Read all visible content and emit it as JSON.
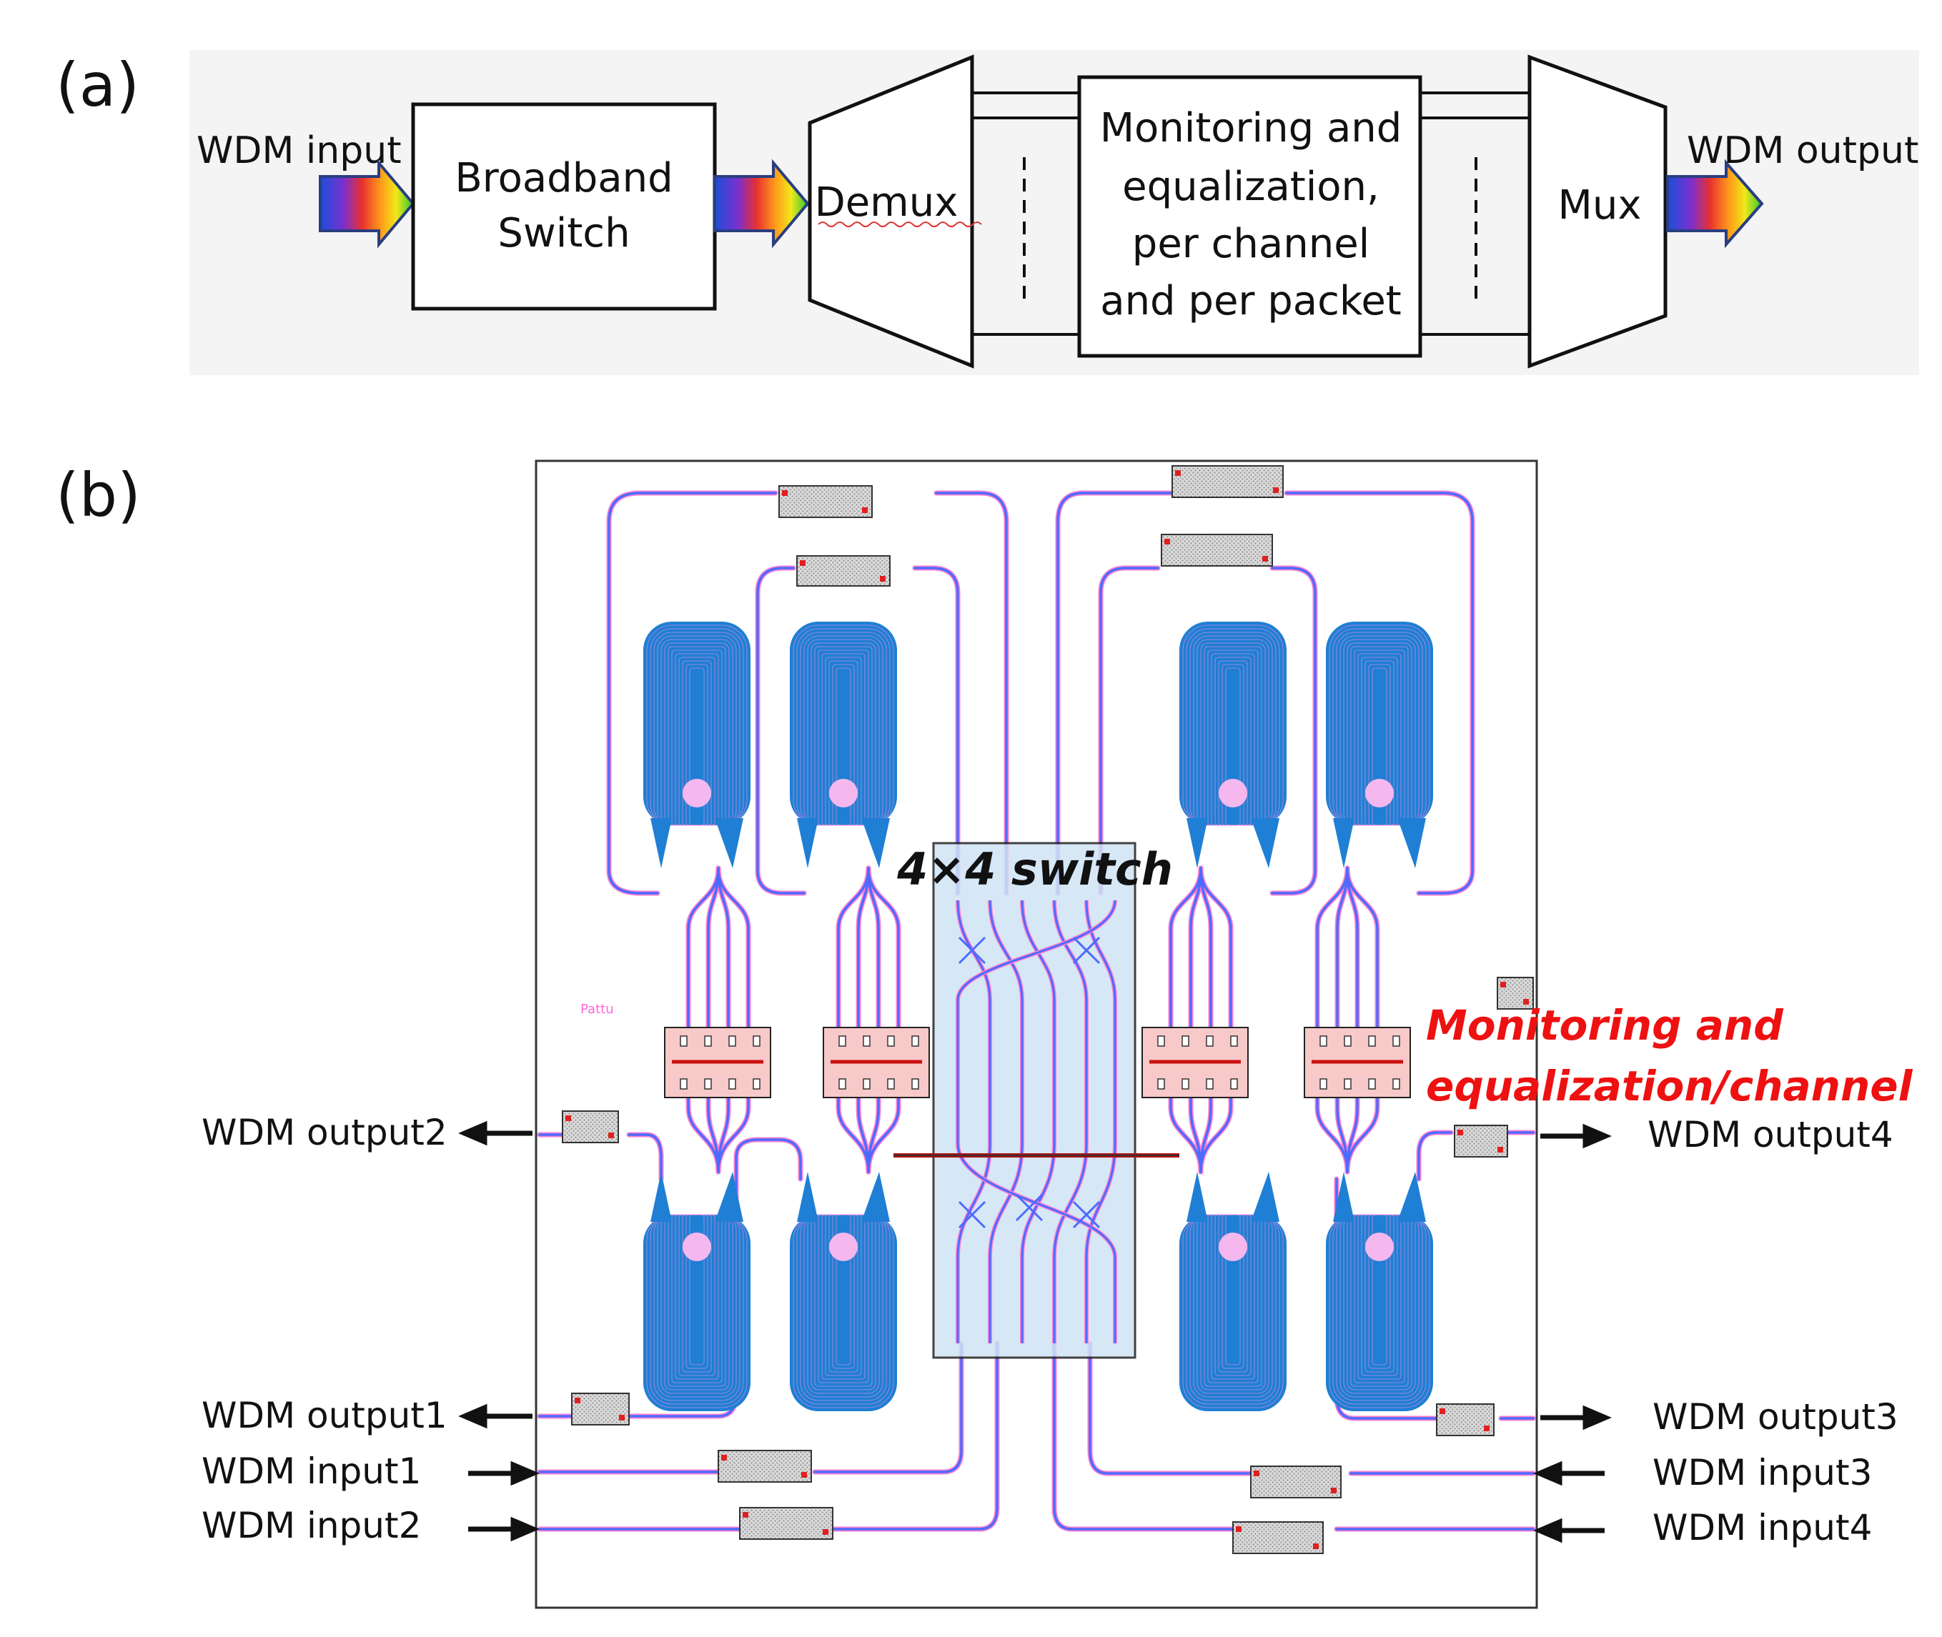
{
  "panel_a": {
    "label": "(a)",
    "wdm_input": "WDM input",
    "broadband_switch": [
      "Broadband",
      "Switch"
    ],
    "demux": "Demux",
    "monitoring": [
      "Monitoring and",
      "equalization,",
      "per channel",
      "and per packet"
    ],
    "mux": "Mux",
    "wdm_output": "WDM output"
  },
  "panel_b": {
    "label": "(b)",
    "switch_label": "4×4 switch",
    "monitoring_label": [
      "Monitoring and",
      "equalization/channel"
    ],
    "tiny_text": "Pattu",
    "ports": {
      "output2": "WDM output2",
      "output1": "WDM output1",
      "input1": "WDM input1",
      "input2": "WDM input2",
      "output4": "WDM output4",
      "output3": "WDM output3",
      "input3": "WDM input3",
      "input4": "WDM input4"
    }
  },
  "colors": {
    "waveguide": "#4d6bff",
    "waveguide_edge": "#ff7fd0",
    "awg_fill": "#1f7fd4",
    "switch_fill": "#cfe3f5",
    "monitor_fill": "#f7c9c9",
    "accent_red": "#ee1111"
  }
}
